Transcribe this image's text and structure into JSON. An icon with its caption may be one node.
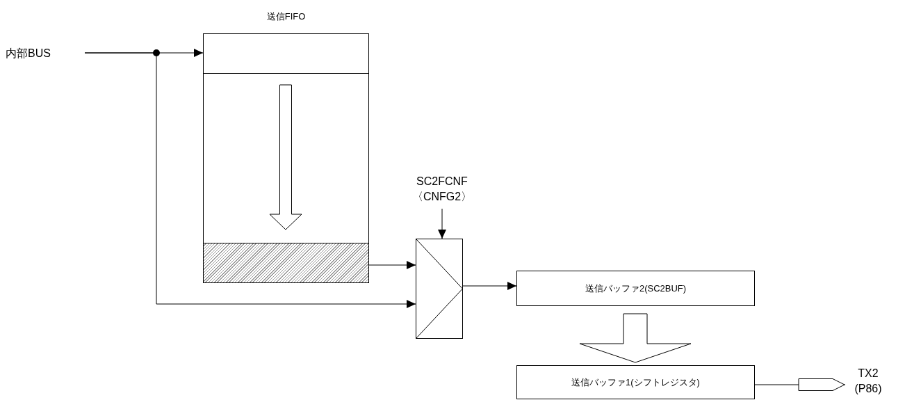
{
  "diagram": {
    "nodes": [
      {
        "text": [
          "内部BUS"
        ]
      },
      {
        "text": [
          "送信FIFO"
        ]
      },
      {
        "text": [],
        "shape": "box",
        "in": 1
      },
      {
        "text": [],
        "shape": "bar",
        "in": 1
      },
      {
        "text": [
          "SC2FCNF 〈CNFG2〉"
        ]
      },
      {
        "text": [],
        "shape": "multiplexer"
      },
      {
        "text": [
          "送信バッファ2(SC2BUF)"
        ]
      },
      {
        "text": [
          "送信バッファ1(シフトレジスタ)"
        ]
      },
      {
        "text": [
          "TX2 (P86)"
        ]
      }
    ],
    "edges": [
      {
        "from": 0,
        "to": 2,
        "arrow": "to"
      },
      {
        "from": 0,
        "to": 5,
        "arrow": "to"
      },
      {
        "from": 3,
        "to": 5,
        "arrow": "to"
      },
      {
        "from": 4,
        "to": 5,
        "arrow": "to"
      },
      {
        "from": 5,
        "to": 6,
        "arrow": "to"
      },
      {
        "from": 6,
        "to": 7,
        "arrow": "to",
        "style": "thick"
      },
      {
        "from": 7,
        "to": 8,
        "arrow": "to"
      },
      {
        "from": 2,
        "to": 3,
        "arrow": "to",
        "style": "thick"
      }
    ]
  }
}
